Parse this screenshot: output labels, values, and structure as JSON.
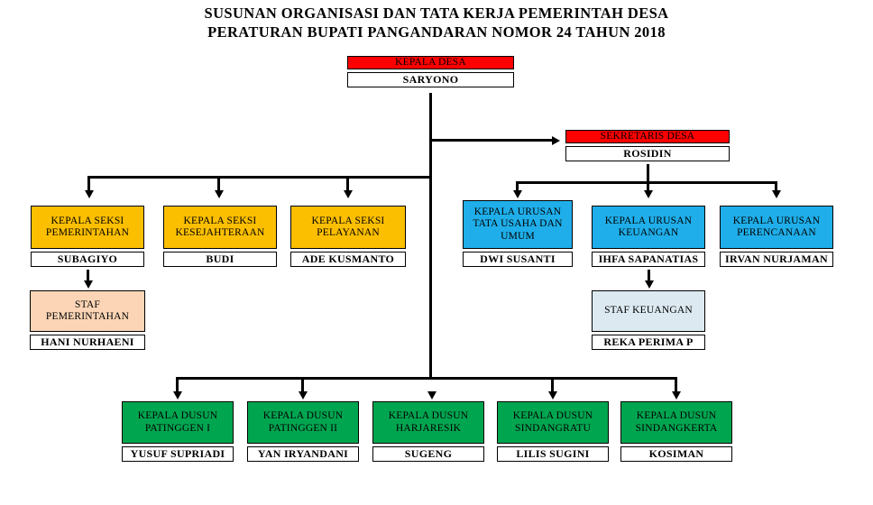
{
  "title": {
    "line1": "SUSUNAN ORGANISASI DAN TATA KERJA PEMERINTAH DESA",
    "line2": "PERATURAN BUPATI PANGANDARAN NOMOR 24 TAHUN 2018"
  },
  "colors": {
    "head": "#FF0000",
    "seksi": "#FCBF00",
    "urusan": "#1FAEE9",
    "dusun": "#00A550",
    "staf_pemerintahan": "#FBD5B5",
    "staf_keuangan": "#DCE9F1",
    "name_box": "#FFFFFF",
    "line": "#000000"
  },
  "nodes": {
    "kepala_desa": {
      "title": "KEPALA DESA",
      "name": "SARYONO"
    },
    "sekretaris": {
      "title": "SEKRETARIS DESA",
      "name": "ROSIDIN"
    },
    "seksi": [
      {
        "title": "KEPALA SEKSI PEMERINTAHAN",
        "name": "SUBAGIYO"
      },
      {
        "title": "KEPALA SEKSI KESEJAHTERAAN",
        "name": "BUDI"
      },
      {
        "title": "KEPALA SEKSI PELAYANAN",
        "name": "ADE KUSMANTO"
      }
    ],
    "urusan": [
      {
        "title": "KEPALA URUSAN TATA USAHA DAN UMUM",
        "name": "DWI SUSANTI"
      },
      {
        "title": "KEPALA URUSAN KEUANGAN",
        "name": "IHFA SAPANATIAS"
      },
      {
        "title": "KEPALA URUSAN PERENCANAAN",
        "name": "IRVAN NURJAMAN"
      }
    ],
    "staf": [
      {
        "title": "STAF PEMERINTAHAN",
        "name": "HANI NURHAENI"
      },
      {
        "title": "STAF KEUANGAN",
        "name": "REKA PERIMA P"
      }
    ],
    "dusun": [
      {
        "title": "KEPALA DUSUN PATINGGEN I",
        "name": "YUSUF SUPRIADI"
      },
      {
        "title": "KEPALA DUSUN PATINGGEN II",
        "name": "YAN IRYANDANI"
      },
      {
        "title": "KEPALA DUSUN HARJARESIK",
        "name": "SUGENG"
      },
      {
        "title": "KEPALA DUSUN SINDANGRATU",
        "name": "LILIS SUGINI"
      },
      {
        "title": "KEPALA DUSUN SINDANGKERTA",
        "name": "KOSIMAN"
      }
    ]
  }
}
